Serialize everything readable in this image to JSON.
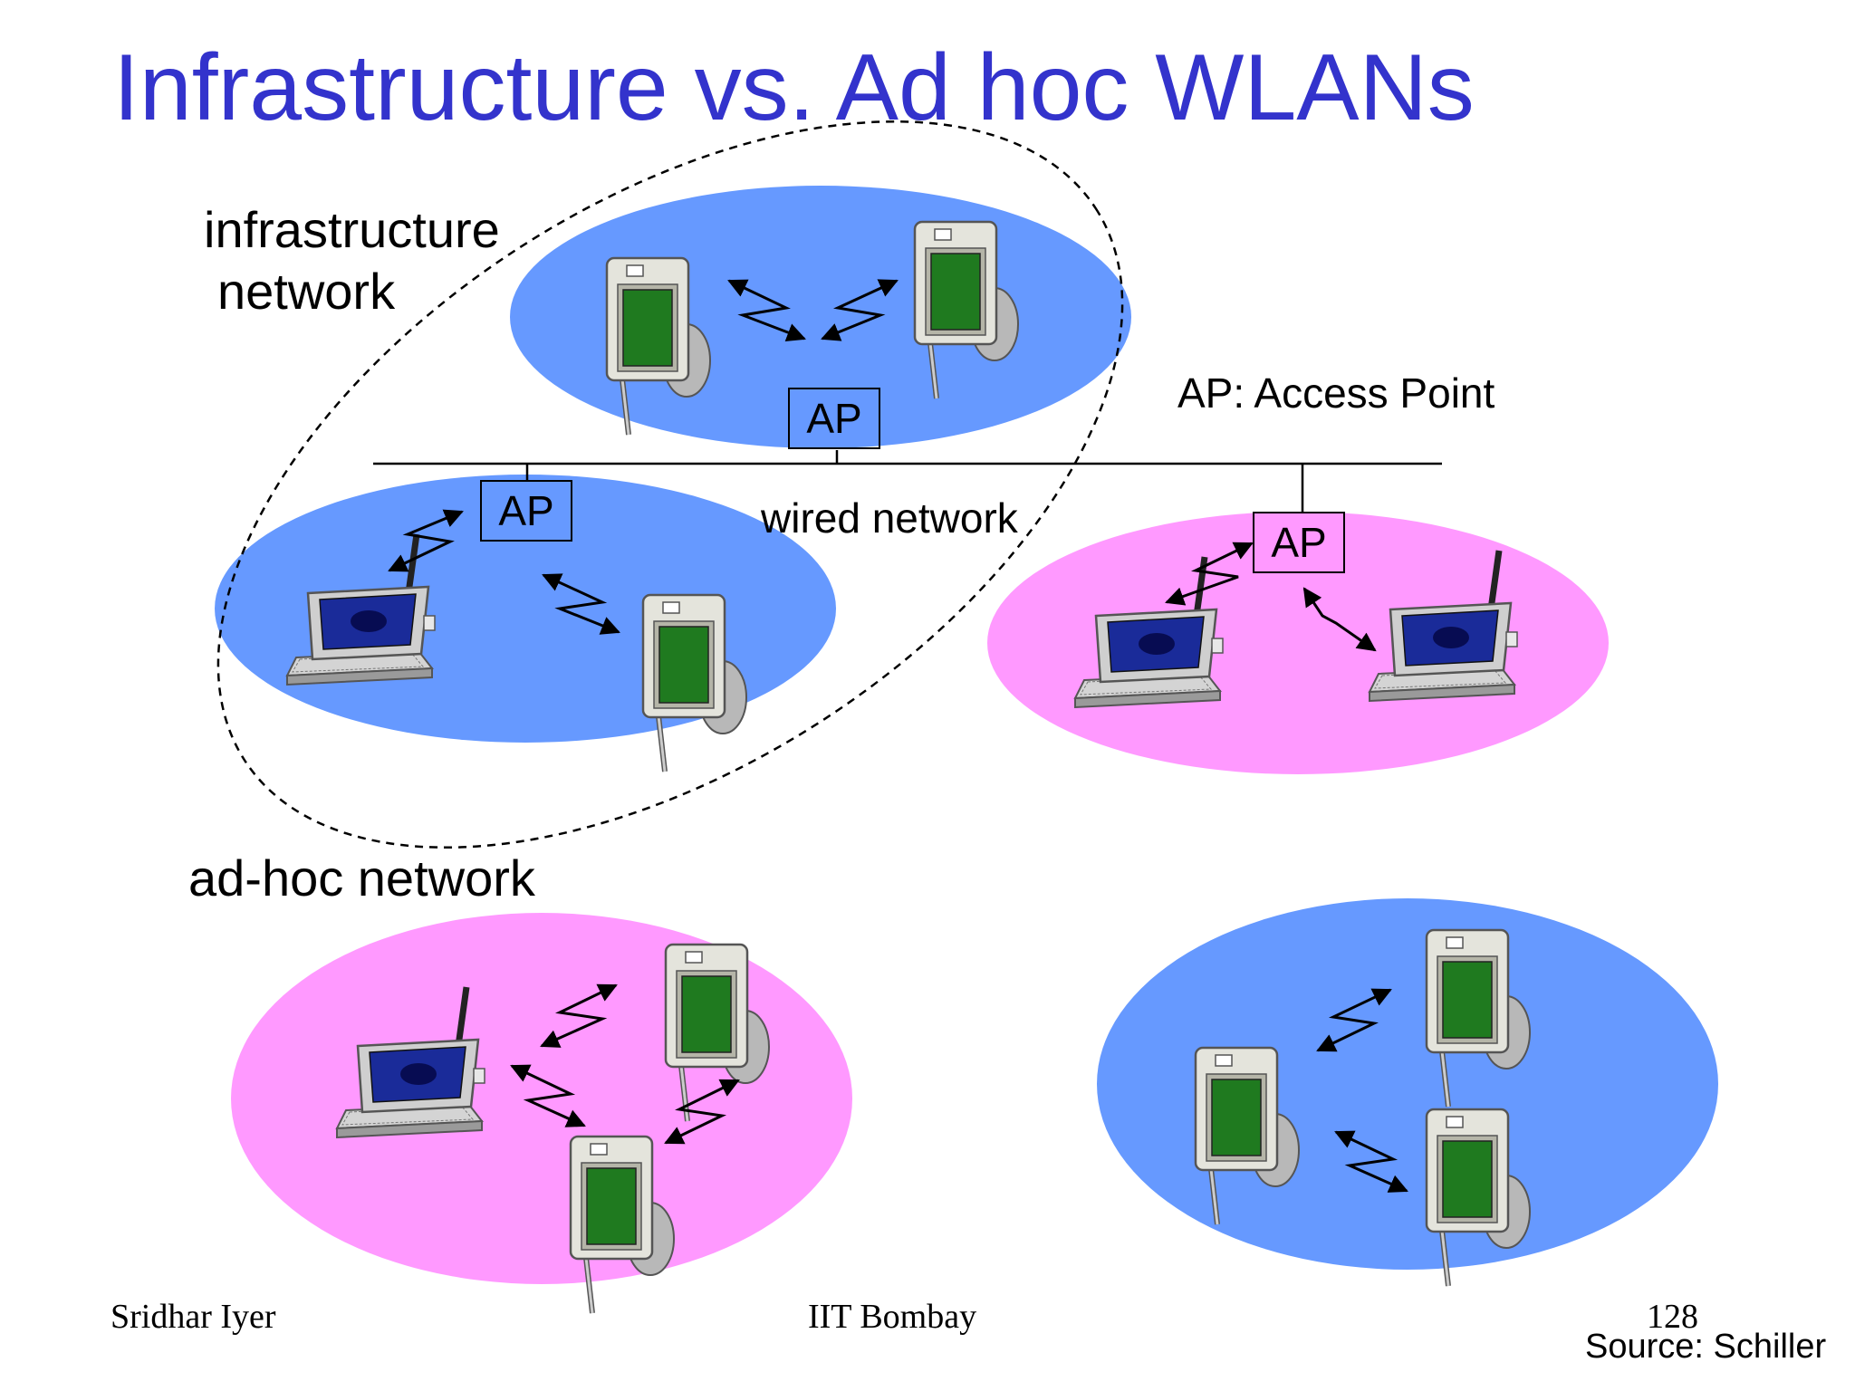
{
  "slide": {
    "title": "Infrastructure vs. Ad hoc WLANs",
    "infra_label_line1": "infrastructure",
    "infra_label_line2": "network",
    "ap_legend": "AP: Access Point",
    "wired_label": "wired network",
    "adhoc_label": "ad-hoc network",
    "ap_boxes": [
      "AP",
      "AP",
      "AP"
    ]
  },
  "footer": {
    "author": "Sridhar Iyer",
    "institution": "IIT Bombay",
    "page_number": "128",
    "source": "Source: Schiller"
  },
  "colors": {
    "title": "#3333cc",
    "blue_cell": "#6699ff",
    "pink_cell": "#ff99ff",
    "pda_screen": "#1f7a1f",
    "laptop_screen": "#1a2b99"
  },
  "devices": {
    "cell_top": [
      "pda",
      "pda"
    ],
    "cell_left": [
      "laptop",
      "pda"
    ],
    "cell_right": [
      "laptop",
      "laptop"
    ],
    "adhoc_left": [
      "laptop",
      "pda",
      "pda"
    ],
    "adhoc_right": [
      "pda",
      "pda",
      "pda"
    ]
  }
}
